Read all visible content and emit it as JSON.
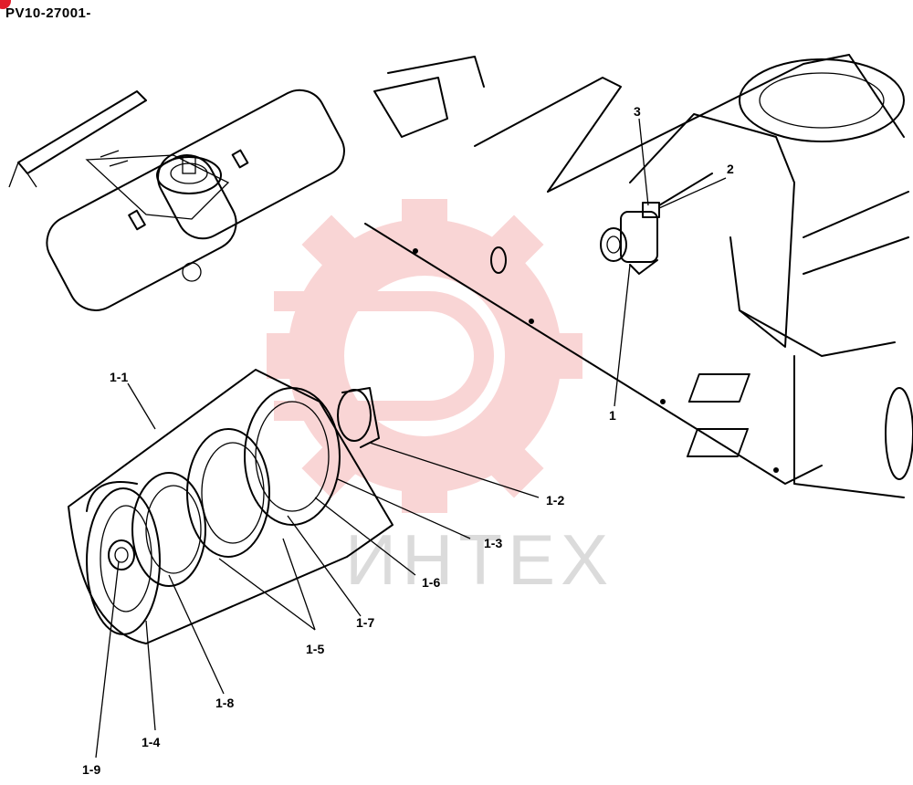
{
  "document_code": "PV10-27001-",
  "colors": {
    "badge": "#e11d2a",
    "watermark": "#f3a4a4",
    "watermark_text": "#bfbfbf",
    "line": "#000000"
  },
  "watermark": {
    "text": "ИНТЕХ",
    "logo": "gear-logo"
  },
  "callouts": {
    "c1": "1",
    "c2": "2",
    "c3": "3",
    "c1_1": "1-1",
    "c1_2": "1-2",
    "c1_3": "1-3",
    "c1_4": "1-4",
    "c1_5": "1-5",
    "c1_6": "1-6",
    "c1_7": "1-7",
    "c1_8": "1-8",
    "c1_9": "1-9"
  }
}
